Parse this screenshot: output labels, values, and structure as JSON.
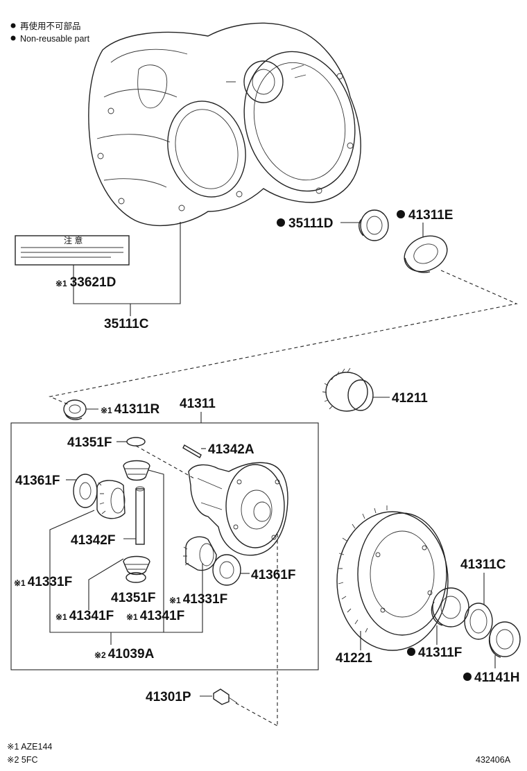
{
  "legend": {
    "jp": "再使用不可部品",
    "en": "Non-reusable part"
  },
  "notes": {
    "note1": "※1 AZE144",
    "note2": "※2 5FC"
  },
  "illustration_code": "432406A",
  "marks": {
    "star1": "※1",
    "star2": "※2"
  },
  "warning_label": {
    "title": "注 意"
  },
  "parts": {
    "p35111D": "35111D",
    "p41311E": "41311E",
    "p33621D": "33621D",
    "p35111C": "35111C",
    "p41211": "41211",
    "p41311R": "41311R",
    "p41311": "41311",
    "p41351F_top": "41351F",
    "p41342A": "41342A",
    "p41361F_left": "41361F",
    "p41342F": "41342F",
    "p41331F_left": "41331F",
    "p41351F_bottom": "41351F",
    "p41331F_right": "41331F",
    "p41361F_right": "41361F",
    "p41341F_left": "41341F",
    "p41341F_right": "41341F",
    "p41039A": "41039A",
    "p41301P": "41301P",
    "p41311C": "41311C",
    "p41221": "41221",
    "p41311F": "41311F",
    "p41141H": "41141H"
  },
  "colors": {
    "ink": "#111111",
    "background": "#ffffff"
  }
}
